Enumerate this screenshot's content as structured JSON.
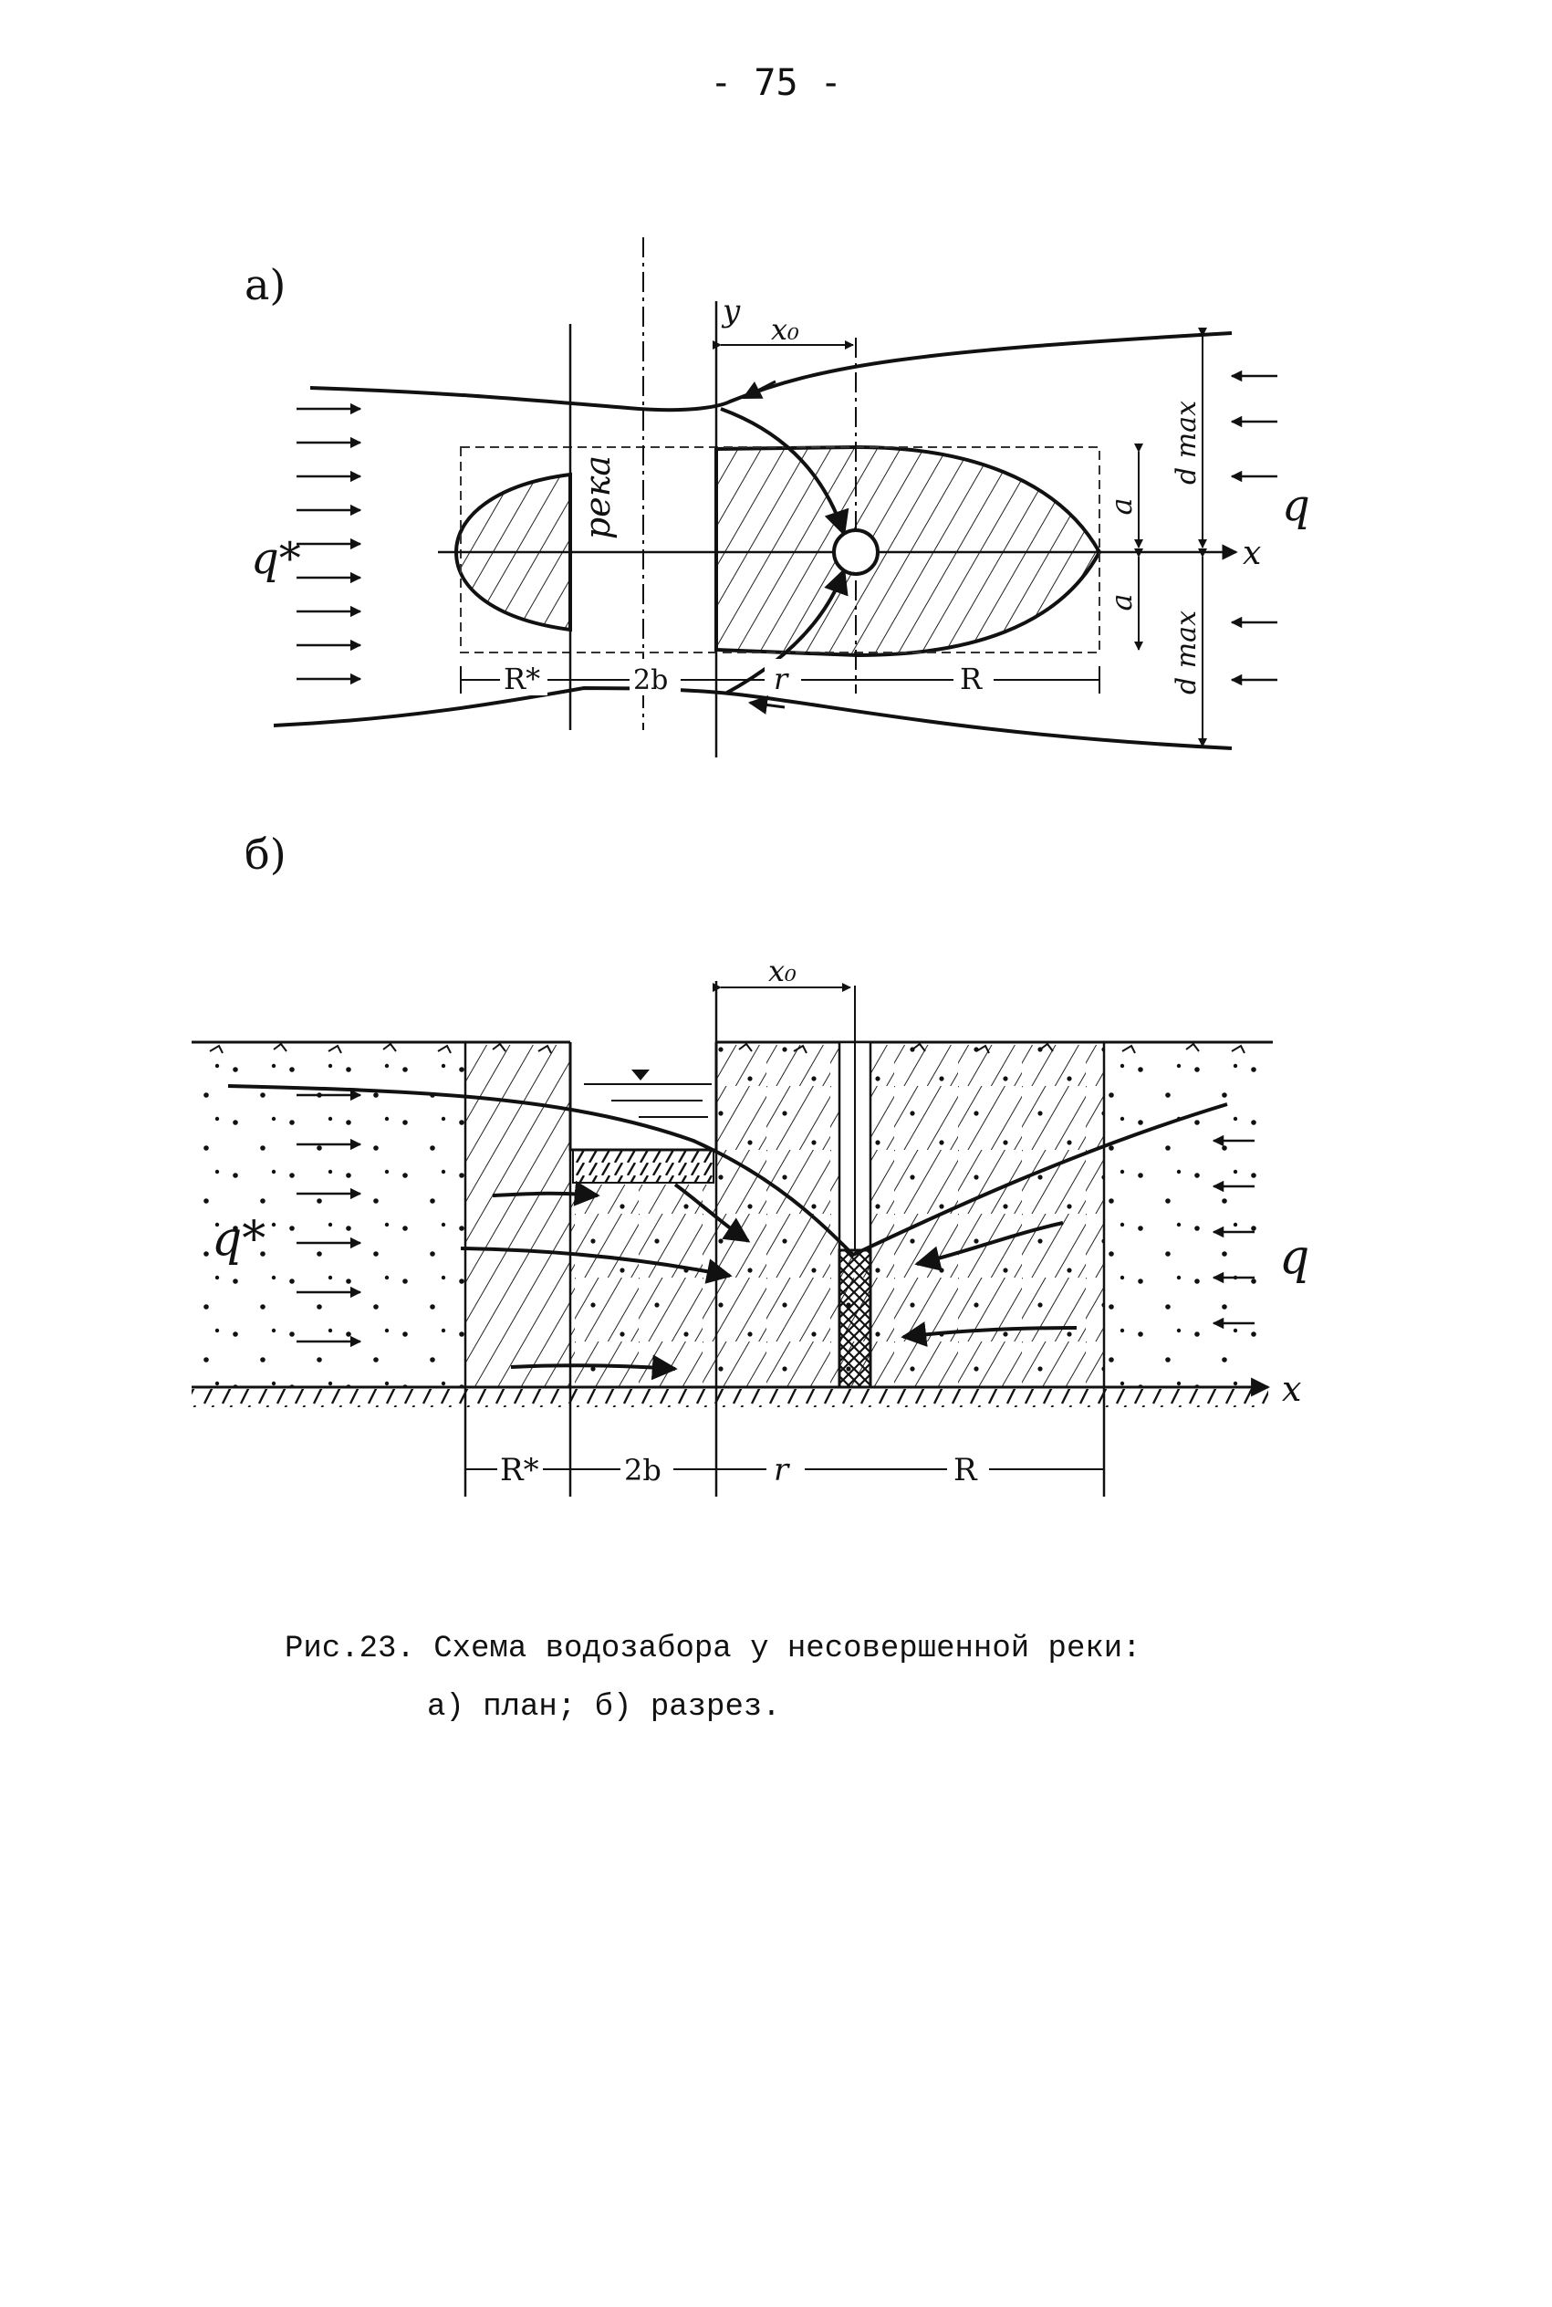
{
  "page_number": "- 75 -",
  "panel_a": {
    "label": "а)",
    "axis_y": "y",
    "axis_x": "x",
    "x0": "x₀",
    "river_label": "река",
    "a_upper": "a",
    "a_lower": "a",
    "d_max_upper": "d max",
    "d_max_lower": "d max",
    "q_left": "q*",
    "q_right": "q",
    "dim_R_star": "R*",
    "dim_2b": "2b",
    "dim_r": "r",
    "dim_R": "R"
  },
  "panel_b": {
    "label": "б)",
    "x0": "x₀",
    "axis_x": "x",
    "q_left": "q*",
    "q_right": "q",
    "dim_R_star": "R*",
    "dim_2b": "2b",
    "dim_r": "r",
    "dim_R": "R"
  },
  "caption": {
    "line1": "Рис.23. Схема водозабора у несовершенной реки:",
    "line2": "а) план; б) разрез."
  }
}
